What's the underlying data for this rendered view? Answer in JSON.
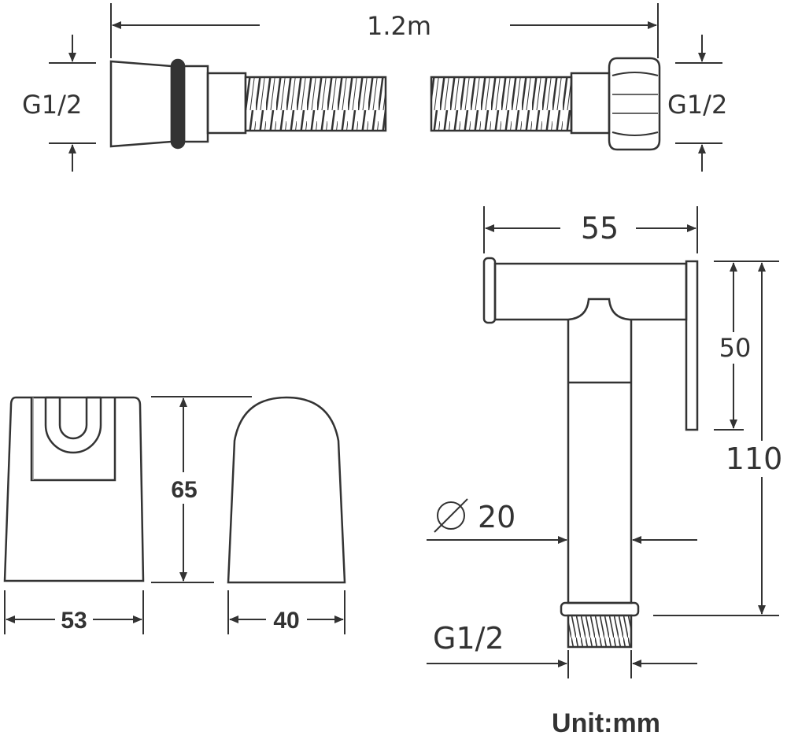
{
  "labels": {
    "hose_length": "1.2m",
    "hose_left_thread": "G1/2",
    "hose_right_thread": "G1/2",
    "holder_height": "65",
    "holder_width": "53",
    "holder_depth": "40",
    "sprayer_width": "55",
    "sprayer_lever_height": "50",
    "sprayer_total_height": "110",
    "sprayer_diameter": "20",
    "sprayer_thread": "G1/2",
    "unit": "Unit:mm"
  },
  "colors": {
    "line": "#333333",
    "background": "#ffffff"
  }
}
